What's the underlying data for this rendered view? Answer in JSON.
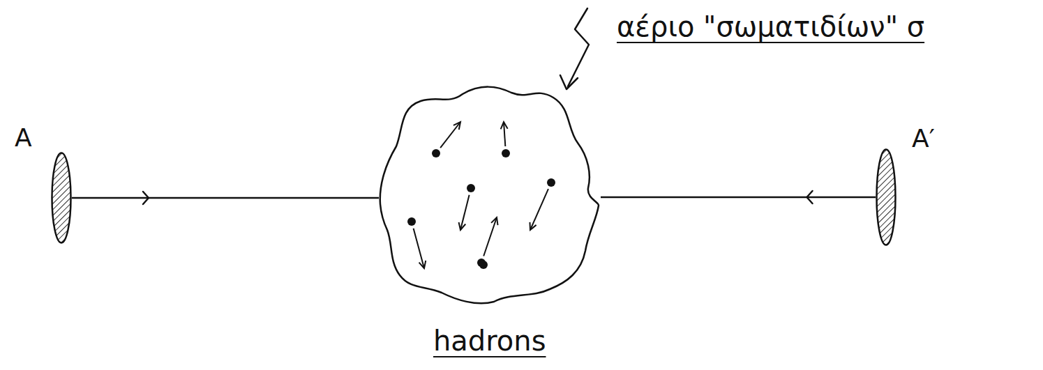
{
  "diagram": {
    "nodes": [
      {
        "text": [
          "A"
        ]
      },
      {
        "text": [
          "hadrons"
        ]
      },
      {
        "text": [
          "A′"
        ]
      }
    ],
    "edges": [
      {
        "from": 0,
        "to": 1,
        "arrow": "to"
      },
      {
        "from": 2,
        "to": 1,
        "arrow": "to"
      }
    ],
    "labels": [
      "αέριο \"σωματιδίων\" σ"
    ]
  }
}
